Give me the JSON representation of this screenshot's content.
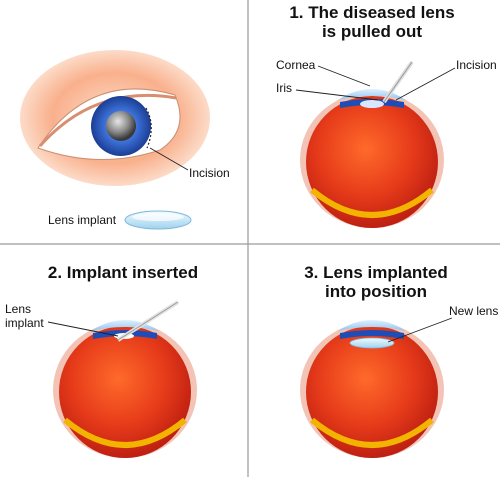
{
  "panel_top_left": {
    "incision_label": "Incision",
    "lens_implant_label": "Lens implant"
  },
  "panel_1": {
    "title_line1": "1. The diseased lens",
    "title_line2": "is pulled out",
    "cornea_label": "Cornea",
    "iris_label": "Iris",
    "incision_label": "Incision"
  },
  "panel_2": {
    "title": "2. Implant inserted",
    "lens_label_line1": "Lens",
    "lens_label_line2": "implant"
  },
  "panel_3": {
    "title_line1": "3. Lens implanted",
    "title_line2": "into position",
    "new_lens_label": "New lens"
  },
  "colors": {
    "eyeball_red": "#e23a1c",
    "sclera_edge": "#f0b8a8",
    "iris_blue": "#2f5fc6",
    "skin_peach": "#f9b08c",
    "divider": "#999999"
  }
}
